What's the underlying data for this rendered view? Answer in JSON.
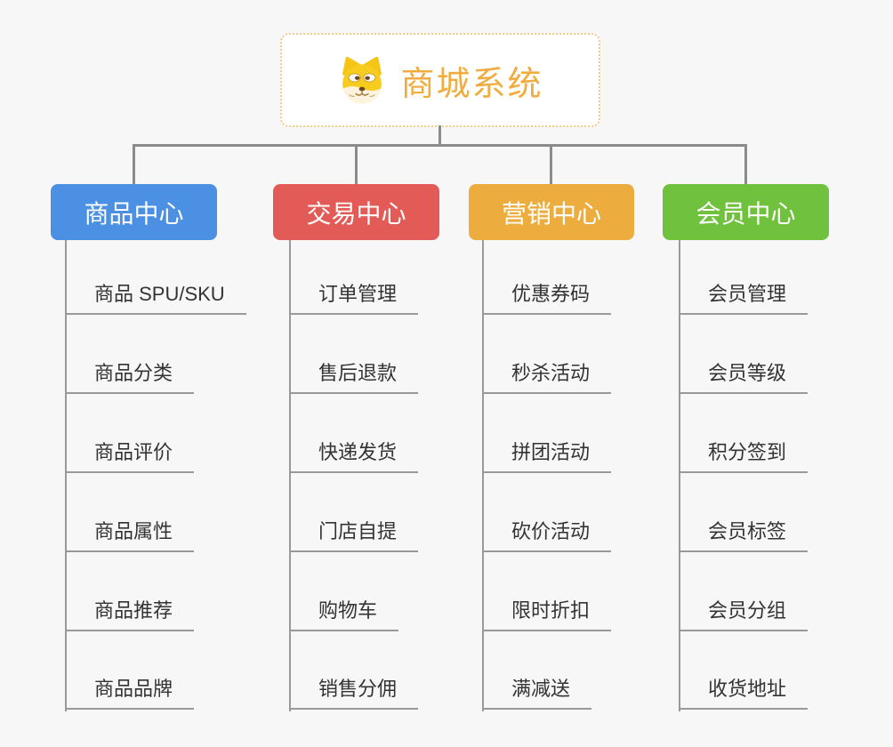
{
  "page": {
    "background": "#F7F7F7"
  },
  "root": {
    "title": "商城系统",
    "icon": "shiba-dog-icon"
  },
  "colors": {
    "root_title": "#F0AC3F",
    "root_border": "#F5C988",
    "connector": "#8B8B8B",
    "underline": "#999999",
    "leaf_text": "#333333"
  },
  "branches": [
    {
      "label": "商品中心",
      "color": "#4B90E2",
      "items": [
        "商品 SPU/SKU",
        "商品分类",
        "商品评价",
        "商品属性",
        "商品推荐",
        "商品品牌"
      ]
    },
    {
      "label": "交易中心",
      "color": "#E35B56",
      "items": [
        "订单管理",
        "售后退款",
        "快递发货",
        "门店自提",
        "购物车",
        "销售分佣"
      ]
    },
    {
      "label": "营销中心",
      "color": "#EDAD3E",
      "items": [
        "优惠券码",
        "秒杀活动",
        "拼团活动",
        "砍价活动",
        "限时折扣",
        "满减送"
      ]
    },
    {
      "label": "会员中心",
      "color": "#6FC13E",
      "items": [
        "会员管理",
        "会员等级",
        "积分签到",
        "会员标签",
        "会员分组",
        "收货地址"
      ]
    }
  ]
}
